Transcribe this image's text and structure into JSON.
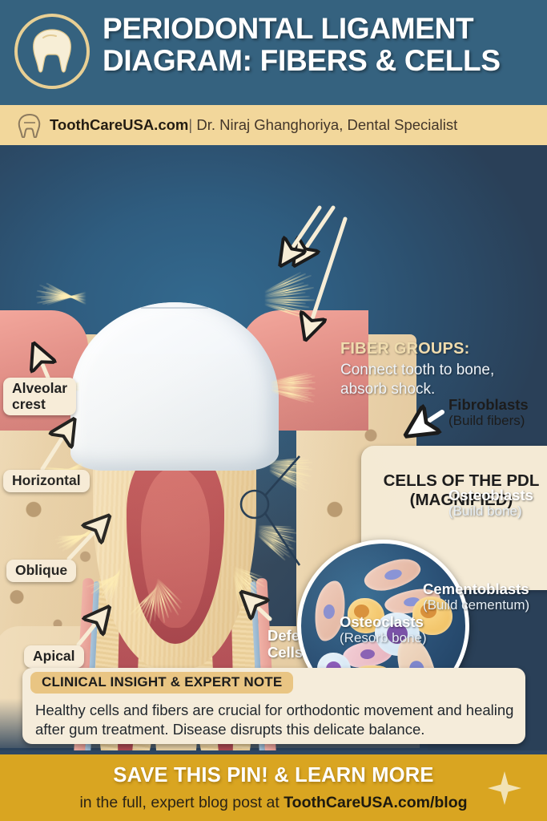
{
  "header": {
    "logo_icon": "tooth-in-circle-icon",
    "title_line1": "PERIODONTAL LIGAMENT",
    "title_line2": "DIAGRAM: FIBERS & CELLS",
    "bg_color": "#35627f",
    "title_color": "#ffffff"
  },
  "byline": {
    "icon": "tooth-outline-icon",
    "brand": "ToothCareUSA.com",
    "separator": "|",
    "author": "Dr. Niraj Ghanghoriya, Dental Specialist",
    "bg_color": "#f2d79b"
  },
  "diagram": {
    "fiber_callout": {
      "title": "FIBER GROUPS:",
      "line1": "Connect tooth to bone,",
      "line2": "absorb shock.",
      "title_color": "#f0dcae"
    },
    "fiber_labels": [
      {
        "text": "Alveolar\ncrest"
      },
      {
        "text": "Horizontal"
      },
      {
        "text": "Oblique"
      },
      {
        "text": "Apical"
      }
    ],
    "defense_label": {
      "line1": "Defense",
      "line2": "Cells"
    },
    "cells_panel": {
      "title_line1": "CELLS OF THE PDL",
      "title_line2": "(MAGNIFIED)",
      "bg_color": "#f4ead5"
    },
    "cell_labels": [
      {
        "name": "Fibroblasts",
        "sub": "(Build fibers)",
        "style": "dark"
      },
      {
        "name": "Osteoblasts",
        "sub": "(Build bone)",
        "style": "light"
      },
      {
        "name": "Cementoblasts",
        "sub": "(Build cementum)",
        "style": "light"
      },
      {
        "name": "Osteoclasts",
        "sub": "(Resorb bone)",
        "style": "light"
      }
    ]
  },
  "insight": {
    "tag": "CLINICAL INSIGHT & EXPERT NOTE",
    "body": "Healthy cells and fibers are crucial for orthodontic movement and healing after gum treatment. Disease disrupts this delicate balance.",
    "tag_bg": "#e9c583",
    "panel_bg": "#f5ecda"
  },
  "footer": {
    "headline": "SAVE THIS PIN! & LEARN MORE",
    "sub_prefix": "in the full, expert blog post at ",
    "sub_link": "ToothCareUSA.com/blog",
    "sparkle_icon": "sparkle-icon",
    "bg_color": "#d9a521"
  }
}
